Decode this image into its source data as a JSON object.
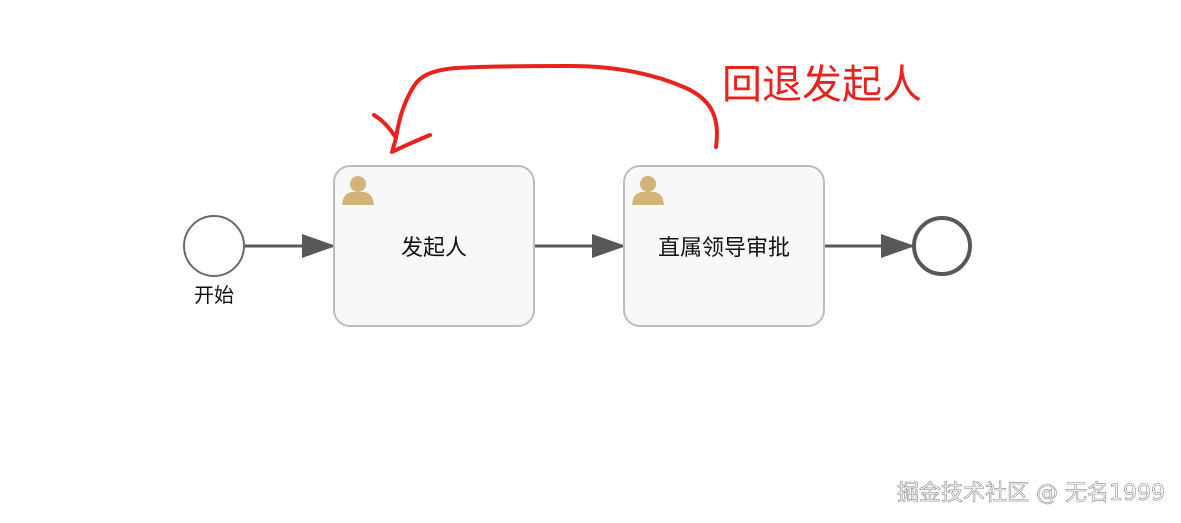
{
  "diagram": {
    "start_event": {
      "label": "开始"
    },
    "tasks": [
      {
        "id": "task-initiator",
        "label": "发起人",
        "icon": "user-icon"
      },
      {
        "id": "task-leader-approval",
        "label": "直属领导审批",
        "icon": "user-icon"
      }
    ],
    "end_event": {
      "label": ""
    },
    "flows": [
      {
        "from": "开始",
        "to": "发起人"
      },
      {
        "from": "发起人",
        "to": "直属领导审批"
      },
      {
        "from": "直属领导审批",
        "to": "end"
      }
    ],
    "annotation": {
      "text": "回退发起人",
      "from": "直属领导审批",
      "to": "发起人",
      "color": "#e8221c"
    }
  },
  "colors": {
    "task_fill": "#f8f8f8",
    "task_stroke": "#bdbdbd",
    "flow": "#585858",
    "end_stroke": "#585858",
    "user_icon": "#d2b47a",
    "annotation": "#e8221c",
    "watermark": "#8a8a8a"
  },
  "watermark": "掘金技术社区 @ 无名1999"
}
